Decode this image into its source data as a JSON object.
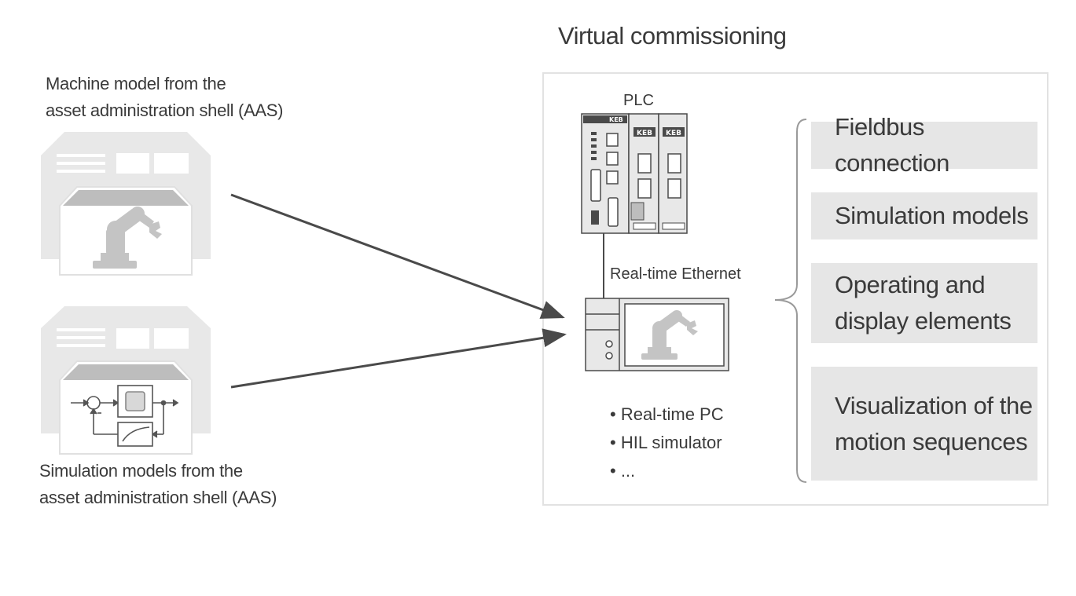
{
  "title": "Virtual commissioning",
  "machine_caption": {
    "line1": "Machine model from the",
    "line2": "asset administration shell (AAS)"
  },
  "simulation_caption": {
    "line1": "Simulation models from the",
    "line2": "asset administration shell (AAS)"
  },
  "plc_label": "PLC",
  "plc_brand": "KEB",
  "ethernet_label": "Real-time Ethernet",
  "bullets": [
    "• Real-time PC",
    "• HIL simulator",
    "• ..."
  ],
  "features": [
    {
      "lines": [
        "Fieldbus connection"
      ]
    },
    {
      "lines": [
        "Simulation models"
      ]
    },
    {
      "lines": [
        "Operating and",
        "display elements"
      ]
    },
    {
      "lines": [
        "Visualization of the",
        "motion sequences"
      ]
    }
  ],
  "colors": {
    "arrow": "#4a4a4a",
    "building": "#e8e8e8",
    "panel": "#e6e6e6",
    "robot": "#c4c4c4"
  },
  "icons": [
    "factory-building-icon",
    "robot-arm-icon",
    "control-loop-icon",
    "plc-device-icon",
    "industrial-pc-icon"
  ]
}
